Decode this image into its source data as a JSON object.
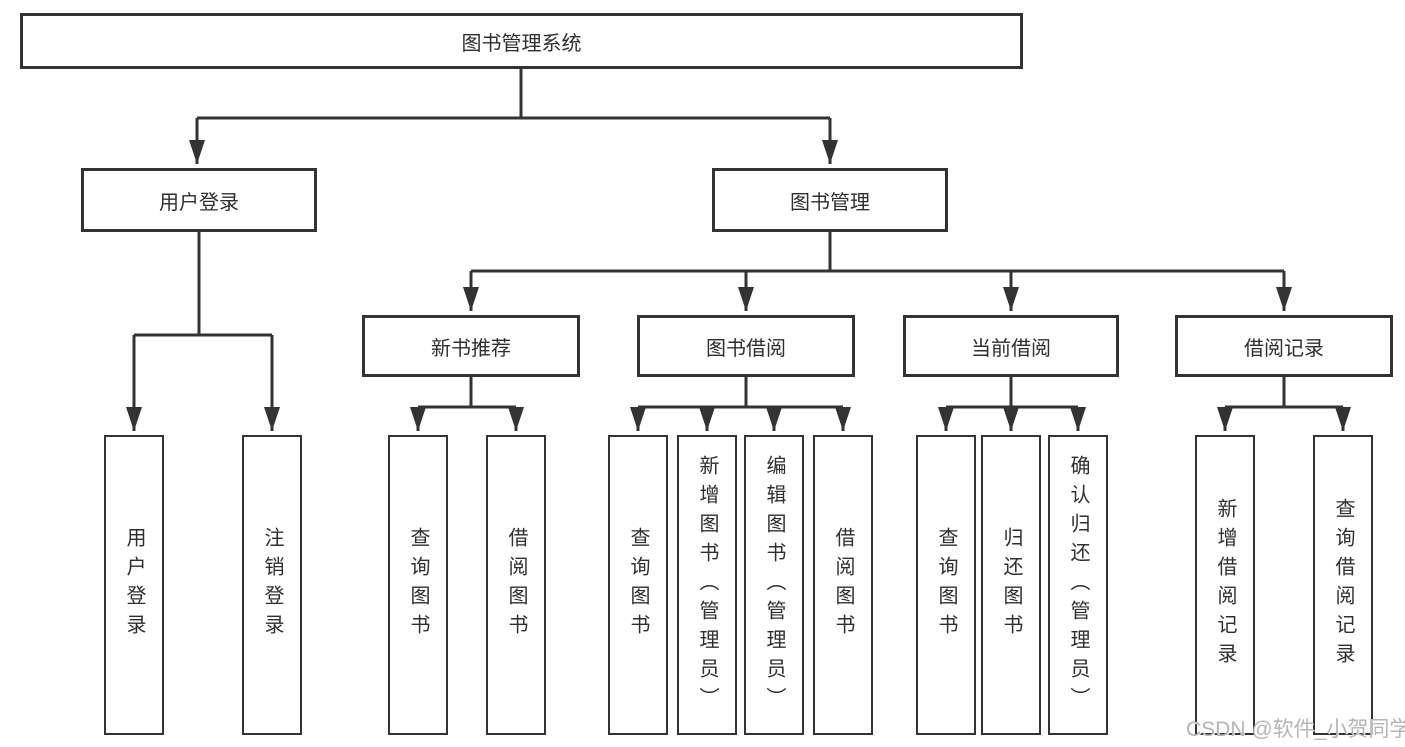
{
  "tree": {
    "root": {
      "label": "图书管理系统",
      "children": [
        {
          "label": "用户登录",
          "children": [
            {
              "label": "用户登录"
            },
            {
              "label": "注销登录"
            }
          ]
        },
        {
          "label": "图书管理",
          "children": [
            {
              "label": "新书推荐",
              "children": [
                {
                  "label": "查询图书"
                },
                {
                  "label": "借阅图书"
                }
              ]
            },
            {
              "label": "图书借阅",
              "children": [
                {
                  "label": "查询图书"
                },
                {
                  "label": "新增图书（管理员）"
                },
                {
                  "label": "编辑图书（管理员）"
                },
                {
                  "label": "借阅图书"
                }
              ]
            },
            {
              "label": "当前借阅",
              "children": [
                {
                  "label": "查询图书"
                },
                {
                  "label": "归还图书"
                },
                {
                  "label": "确认归还（管理员）"
                }
              ]
            },
            {
              "label": "借阅记录",
              "children": [
                {
                  "label": "新增借阅记录"
                },
                {
                  "label": "查询借阅记录"
                }
              ]
            }
          ]
        }
      ]
    }
  },
  "watermark": {
    "text": "CSDN @软件_小贺同学"
  },
  "colors": {
    "line": "#333333",
    "box_border": "#333333",
    "box_background": "#ffffff",
    "text": "#2f2f2f",
    "page_background": "#ffffff",
    "watermark": "#b6b6b6"
  }
}
